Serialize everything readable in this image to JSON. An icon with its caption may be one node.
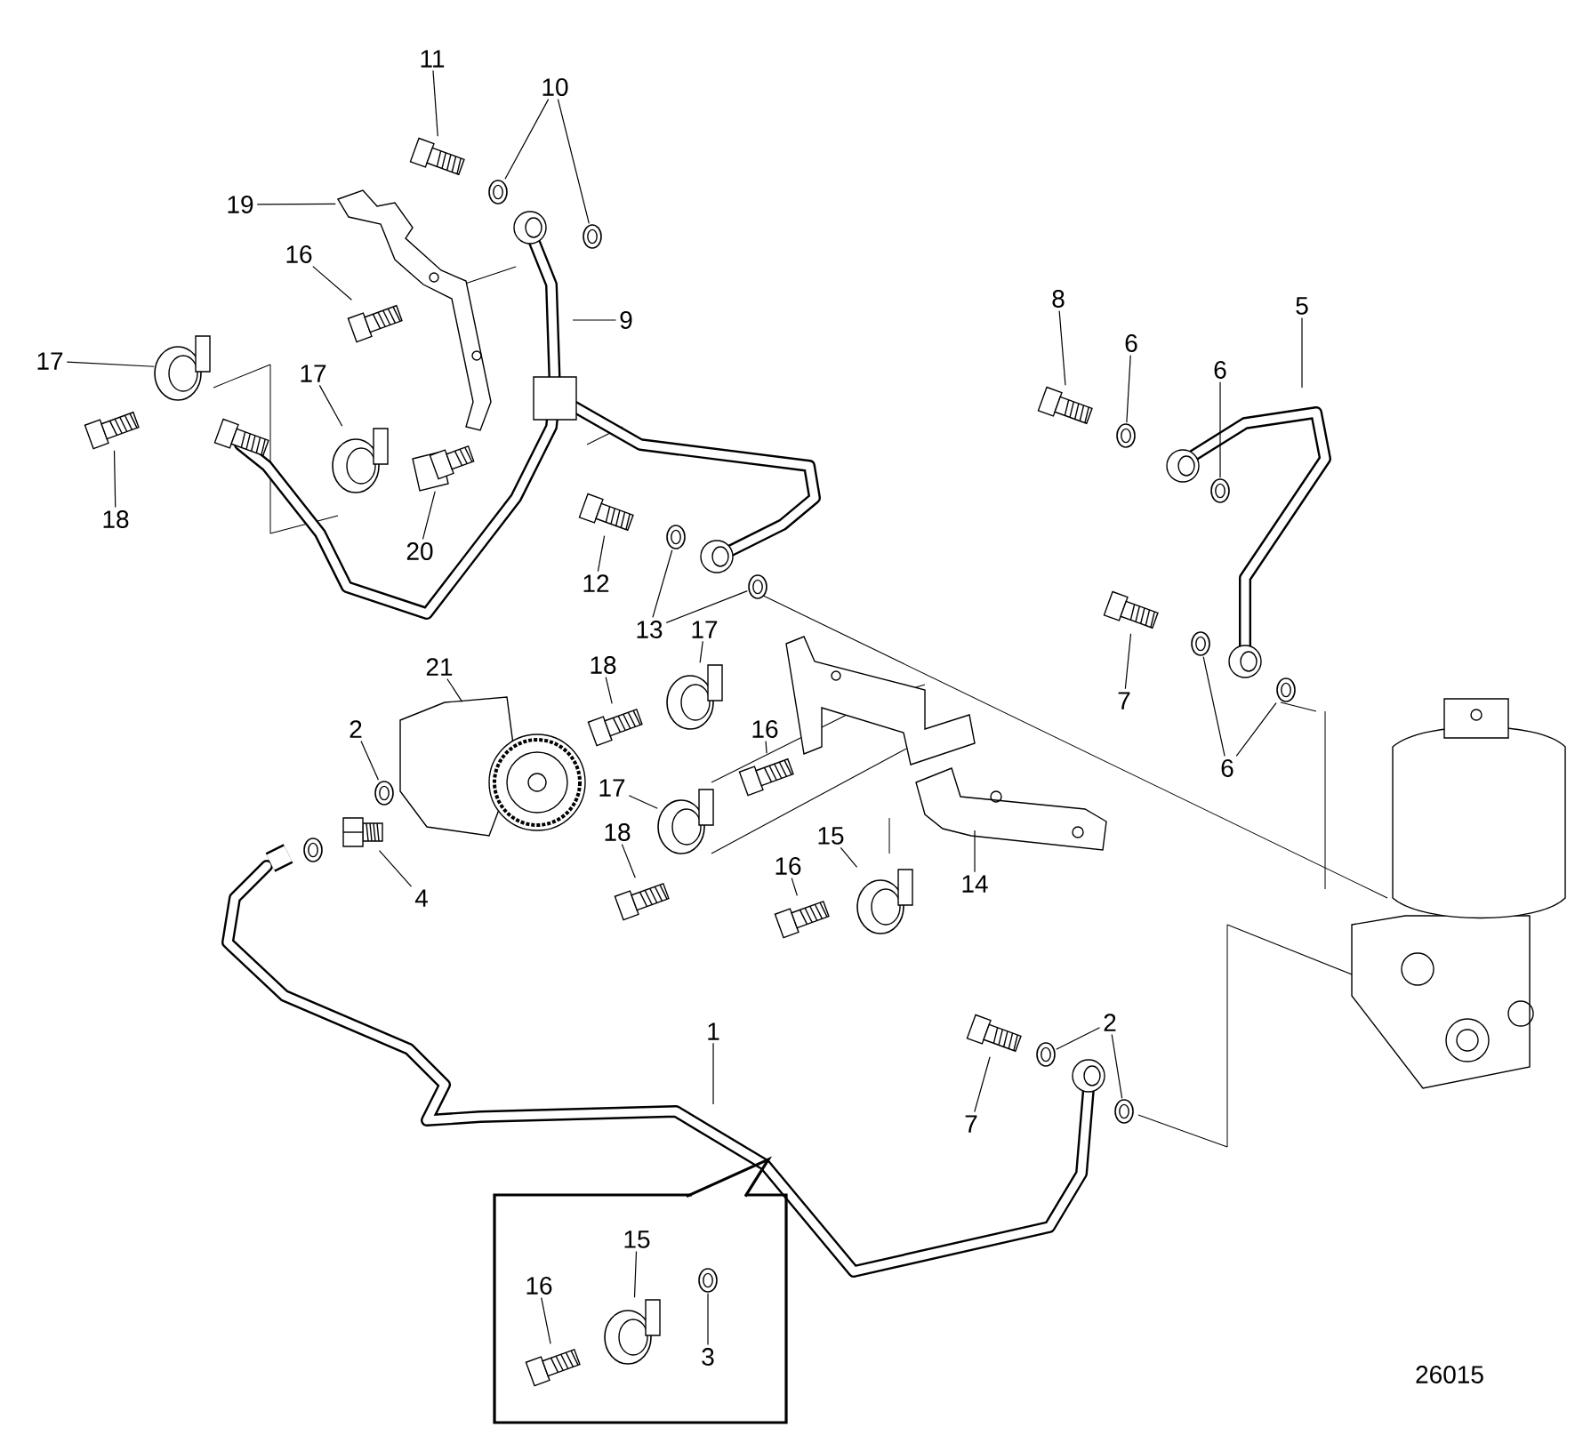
{
  "diagram": {
    "nodes": [
      {
        "text": [
          "11"
        ]
      },
      {
        "text": [
          "10"
        ]
      },
      {
        "text": [
          "19"
        ]
      },
      {
        "text": [
          "16"
        ]
      },
      {
        "text": [
          "9"
        ]
      },
      {
        "text": [
          "17"
        ]
      },
      {
        "text": [
          "17"
        ]
      },
      {
        "text": [
          "18"
        ]
      },
      {
        "text": [
          "20"
        ]
      },
      {
        "text": [
          "12"
        ]
      },
      {
        "text": [
          "13"
        ]
      },
      {
        "text": [
          "17"
        ]
      },
      {
        "text": [
          "8"
        ]
      },
      {
        "text": [
          "6"
        ]
      },
      {
        "text": [
          "6"
        ]
      },
      {
        "text": [
          "5"
        ]
      },
      {
        "text": [
          "7"
        ]
      },
      {
        "text": [
          "6"
        ]
      },
      {
        "text": [
          "21"
        ]
      },
      {
        "text": [
          "2"
        ]
      },
      {
        "text": [
          "18"
        ]
      },
      {
        "text": [
          "16"
        ]
      },
      {
        "text": [
          "17"
        ]
      },
      {
        "text": [
          "18"
        ]
      },
      {
        "text": [
          "4"
        ]
      },
      {
        "text": [
          "15"
        ]
      },
      {
        "text": [
          "16"
        ]
      },
      {
        "text": [
          "14"
        ]
      },
      {
        "text": [
          "1"
        ]
      },
      {
        "text": [
          "2"
        ]
      },
      {
        "text": [
          "7"
        ]
      },
      {
        "text": [],
        "shape": "box"
      },
      {
        "text": [
          "15"
        ],
        "in": 31
      },
      {
        "text": [
          "16"
        ],
        "in": 31
      },
      {
        "text": [
          "3"
        ],
        "in": 31
      },
      {
        "text": [],
        "shape": "picture"
      },
      {
        "text": [],
        "shape": "picture"
      },
      {
        "text": [],
        "shape": "picture"
      },
      {
        "text": [],
        "shape": "picture"
      },
      {
        "text": [],
        "shape": "picture"
      },
      {
        "text": [],
        "shape": "picture"
      },
      {
        "text": [],
        "shape": "picture"
      },
      {
        "text": [],
        "shape": "picture"
      },
      {
        "text": [],
        "shape": "picture"
      },
      {
        "text": [],
        "shape": "picture"
      },
      {
        "text": [],
        "shape": "picture"
      },
      {
        "text": [],
        "shape": "picture"
      },
      {
        "text": [],
        "shape": "picture"
      },
      {
        "text": [],
        "shape": "picture"
      },
      {
        "text": [],
        "shape": "picture"
      },
      {
        "text": [],
        "shape": "picture"
      },
      {
        "text": [],
        "shape": "picture"
      },
      {
        "text": [],
        "shape": "picture"
      },
      {
        "text": [],
        "shape": "picture"
      },
      {
        "text": [],
        "shape": "picture"
      },
      {
        "text": [],
        "shape": "picture"
      },
      {
        "text": [],
        "shape": "picture"
      },
      {
        "text": [],
        "shape": "picture"
      },
      {
        "text": [],
        "shape": "picture"
      },
      {
        "text": [],
        "shape": "picture"
      },
      {
        "text": [],
        "shape": "picture"
      },
      {
        "text": [],
        "shape": "picture"
      },
      {
        "text": [],
        "shape": "picture"
      },
      {
        "text": [],
        "shape": "picture",
        "in": 31
      },
      {
        "text": [],
        "shape": "picture",
        "in": 31
      },
      {
        "text": [],
        "shape": "picture",
        "in": 31
      },
      {
        "text": [],
        "shape": "picture"
      },
      {
        "text": [],
        "shape": "picture"
      },
      {
        "text": [],
        "shape": "picture"
      },
      {
        "text": [],
        "shape": "picture"
      }
    ],
    "edges": [
      {
        "from": 0,
        "to": 35,
        "arrow": "none"
      },
      {
        "from": 1,
        "to": 36,
        "arrow": "none"
      },
      {
        "from": 1,
        "to": 37,
        "arrow": "none"
      },
      {
        "from": 2,
        "to": 69,
        "arrow": "none"
      },
      {
        "from": 3,
        "to": 38,
        "arrow": "none"
      },
      {
        "from": 4,
        "to": null,
        "arrow": "none"
      },
      {
        "from": 5,
        "to": 39,
        "arrow": "none"
      },
      {
        "from": 6,
        "to": 40,
        "arrow": "none"
      },
      {
        "from": 7,
        "to": 41,
        "arrow": "none"
      },
      {
        "from": 8,
        "to": 42,
        "arrow": "none"
      },
      {
        "from": 9,
        "to": 43,
        "arrow": "none"
      },
      {
        "from": 10,
        "to": 44,
        "arrow": "none"
      },
      {
        "from": 10,
        "to": 45,
        "arrow": "none"
      },
      {
        "from": 11,
        "to": 46,
        "arrow": "none"
      },
      {
        "from": 12,
        "to": 47,
        "arrow": "none"
      },
      {
        "from": 13,
        "to": 48,
        "arrow": "none"
      },
      {
        "from": 14,
        "to": 49,
        "arrow": "none"
      },
      {
        "from": 15,
        "to": null,
        "arrow": "none"
      },
      {
        "from": 16,
        "to": 50,
        "arrow": "none"
      },
      {
        "from": 17,
        "to": 51,
        "arrow": "none"
      },
      {
        "from": 17,
        "to": 52,
        "arrow": "none"
      },
      {
        "from": 18,
        "to": null,
        "arrow": "none"
      },
      {
        "from": 19,
        "to": 53,
        "arrow": "none"
      },
      {
        "from": 20,
        "to": 54,
        "arrow": "none"
      },
      {
        "from": 21,
        "to": 55,
        "arrow": "none"
      },
      {
        "from": 22,
        "to": 56,
        "arrow": "none"
      },
      {
        "from": 23,
        "to": 57,
        "arrow": "none"
      },
      {
        "from": 24,
        "to": 67,
        "arrow": "none"
      },
      {
        "from": 25,
        "to": 58,
        "arrow": "none"
      },
      {
        "from": 26,
        "to": 59,
        "arrow": "none"
      },
      {
        "from": 27,
        "to": null,
        "arrow": "none"
      },
      {
        "from": 28,
        "to": null,
        "arrow": "none"
      },
      {
        "from": 29,
        "to": 60,
        "arrow": "none"
      },
      {
        "from": 29,
        "to": 61,
        "arrow": "none"
      },
      {
        "from": 30,
        "to": 62,
        "arrow": "none"
      },
      {
        "from": 32,
        "to": 63,
        "arrow": "none"
      },
      {
        "from": 33,
        "to": 64,
        "arrow": "none"
      },
      {
        "from": 34,
        "to": 65,
        "arrow": "none"
      }
    ],
    "labels": [
      "26015"
    ]
  }
}
